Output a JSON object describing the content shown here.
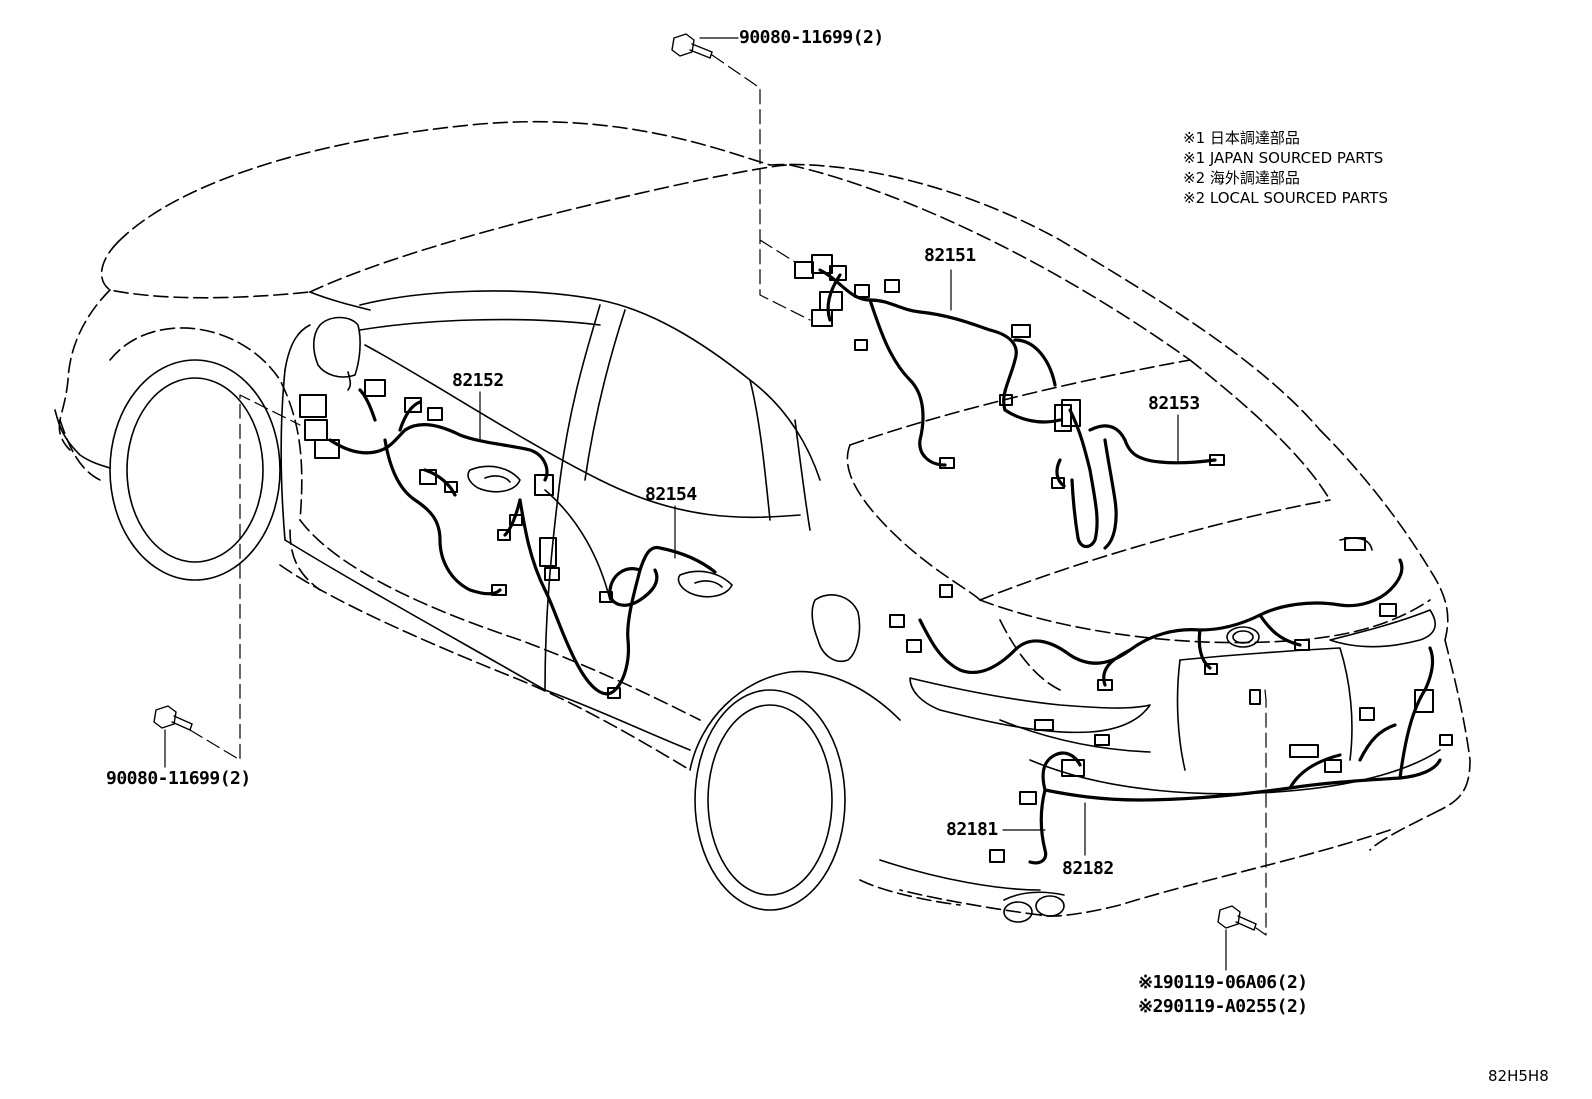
{
  "legend": [
    "※1 日本調達部品",
    "※1 JAPAN SOURCED PARTS",
    "※2 海外調達部品",
    "※2 LOCAL SOURCED PARTS"
  ],
  "callouts": {
    "bolt_top": "90080-11699(2)",
    "bolt_left": "90080-11699(2)",
    "harness_82151": "82151",
    "harness_82152": "82152",
    "harness_82153": "82153",
    "harness_82154": "82154",
    "harness_82181": "82181",
    "harness_82182": "82182",
    "bolt_rear_jp": "※190119-06A06(2)",
    "bolt_rear_local": "※290119-A0255(2)"
  },
  "diagram_id": "82H5H8"
}
